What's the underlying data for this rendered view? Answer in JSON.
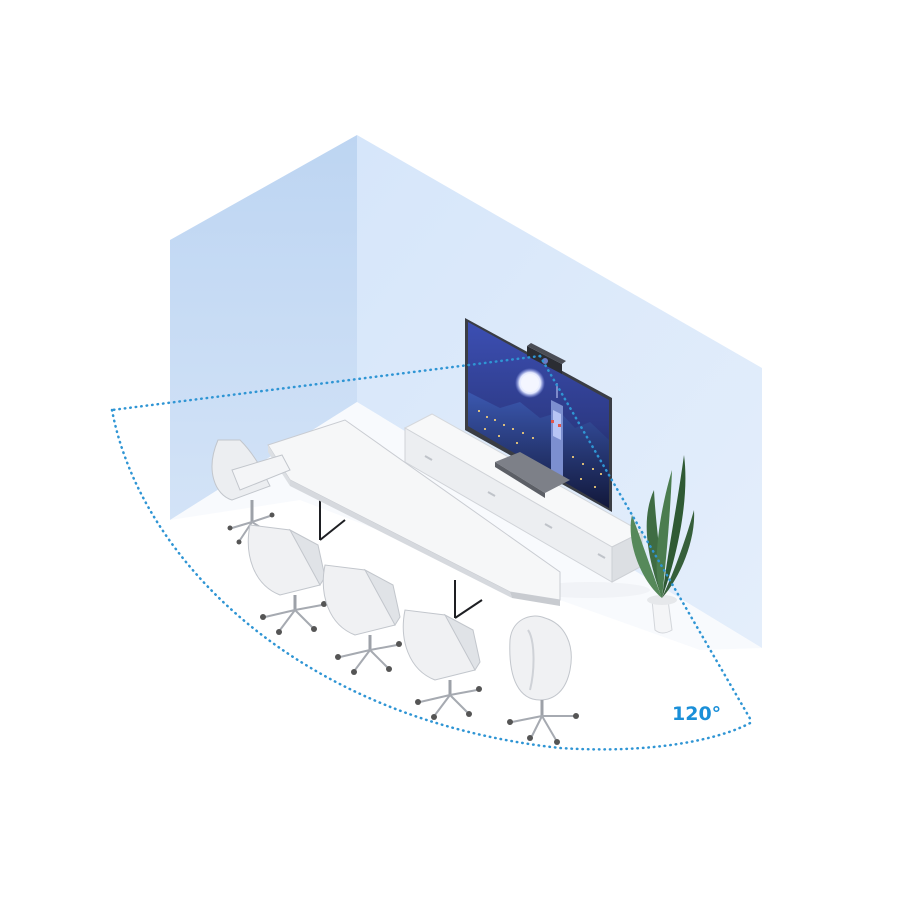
{
  "diagram": {
    "fov_label": "120°",
    "fov_degrees": 120
  },
  "colors": {
    "wall_left": "#c9ddf4",
    "wall_right": "#d9e8fa",
    "floor": "#ffffff",
    "fov_line": "#2f95d4",
    "fov_label": "#1a8fd8",
    "furniture": "#f2f3f5",
    "furniture_shadow": "#d3d6db",
    "furniture_edge": "#b9bdc4",
    "screen_sky": "#2f3b8f",
    "screen_city": "#1a2552",
    "camera": "#2b2d33",
    "plant_leaf": "#3b6a3f"
  },
  "icons": [
    "fov-arc",
    "conference-camera",
    "wall-tv",
    "plant"
  ]
}
